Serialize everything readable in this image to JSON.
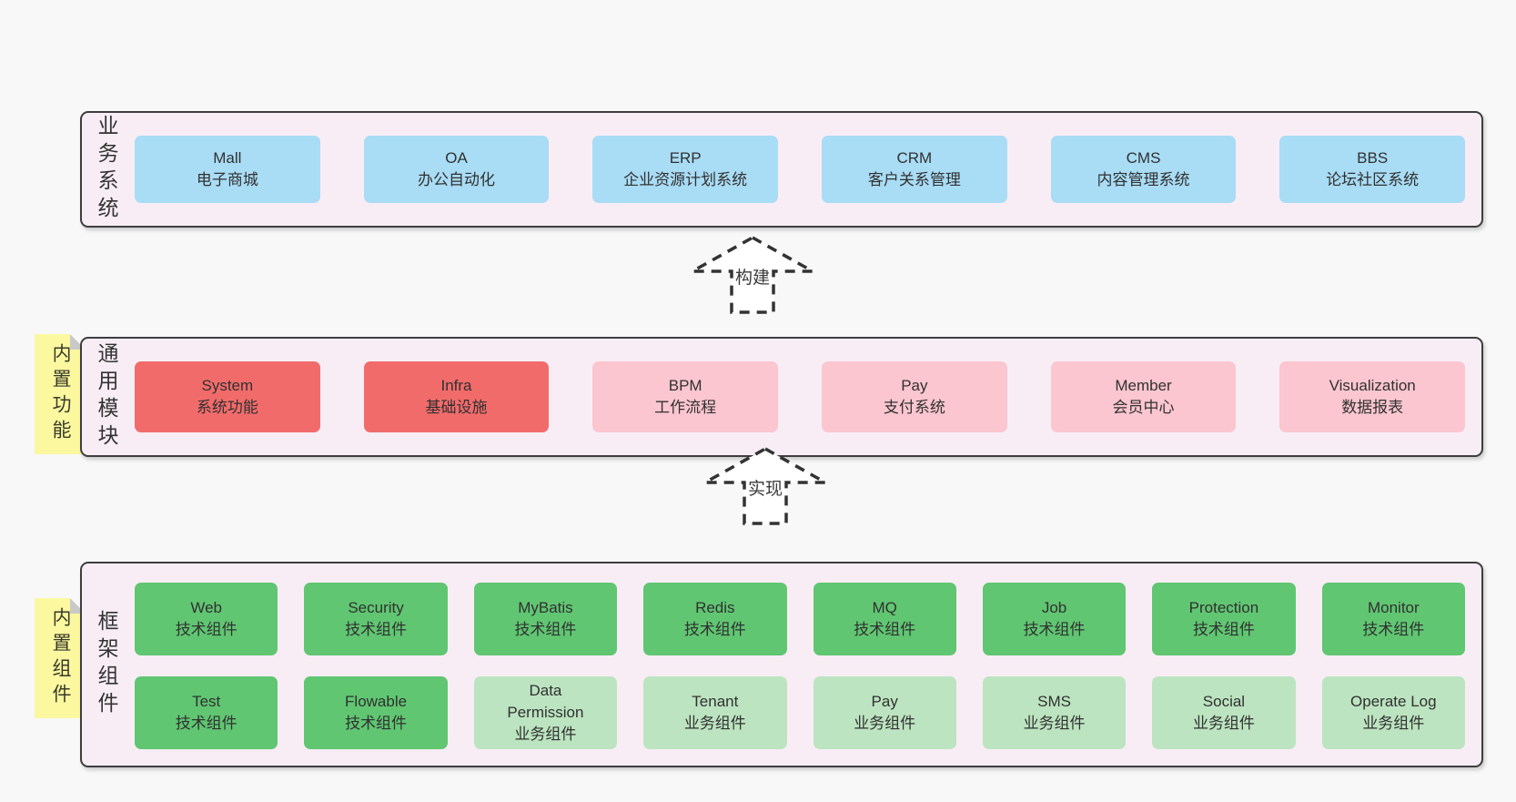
{
  "colors": {
    "box-blue": "#a9dcf5",
    "box-red": "#f26b6b",
    "box-pink": "#fbc6cf",
    "box-green": "#60c672",
    "box-green-light": "#bce4c0",
    "band-bg": "#f8edf5",
    "band-border": "#3e3e3e",
    "sticky-bg": "#fbf8a0",
    "sticky-fold": "#c9c9c9",
    "page-bg": "#f8f8f8",
    "text": "#333333",
    "arrow-stroke": "#333333"
  },
  "arrows": [
    {
      "label": "构建"
    },
    {
      "label": "实现"
    }
  ],
  "bands": [
    {
      "id": "business-systems",
      "label": "业务系统",
      "boxes": [
        {
          "title": "Mall",
          "subtitle": "电子商城",
          "variant": "blue"
        },
        {
          "title": "OA",
          "subtitle": "办公自动化",
          "variant": "blue"
        },
        {
          "title": "ERP",
          "subtitle": "企业资源计划系统",
          "variant": "blue"
        },
        {
          "title": "CRM",
          "subtitle": "客户关系管理",
          "variant": "blue"
        },
        {
          "title": "CMS",
          "subtitle": "内容管理系统",
          "variant": "blue"
        },
        {
          "title": "BBS",
          "subtitle": "论坛社区系统",
          "variant": "blue"
        }
      ]
    },
    {
      "id": "common-modules",
      "label": "通用模块",
      "sticky": "内置功能",
      "boxes": [
        {
          "title": "System",
          "subtitle": "系统功能",
          "variant": "red"
        },
        {
          "title": "Infra",
          "subtitle": "基础设施",
          "variant": "red"
        },
        {
          "title": "BPM",
          "subtitle": "工作流程",
          "variant": "pink"
        },
        {
          "title": "Pay",
          "subtitle": "支付系统",
          "variant": "pink"
        },
        {
          "title": "Member",
          "subtitle": "会员中心",
          "variant": "pink"
        },
        {
          "title": "Visualization",
          "subtitle": "数据报表",
          "variant": "pink"
        }
      ]
    },
    {
      "id": "framework-components",
      "label": "框架组件",
      "sticky": "内置组件",
      "rows": [
        [
          {
            "title": "Web",
            "subtitle": "技术组件",
            "variant": "green"
          },
          {
            "title": "Security",
            "subtitle": "技术组件",
            "variant": "green"
          },
          {
            "title": "MyBatis",
            "subtitle": "技术组件",
            "variant": "green"
          },
          {
            "title": "Redis",
            "subtitle": "技术组件",
            "variant": "green"
          },
          {
            "title": "MQ",
            "subtitle": "技术组件",
            "variant": "green"
          },
          {
            "title": "Job",
            "subtitle": "技术组件",
            "variant": "green"
          },
          {
            "title": "Protection",
            "subtitle": "技术组件",
            "variant": "green"
          },
          {
            "title": "Monitor",
            "subtitle": "技术组件",
            "variant": "green"
          }
        ],
        [
          {
            "title": "Test",
            "subtitle": "技术组件",
            "variant": "green"
          },
          {
            "title": "Flowable",
            "subtitle": "技术组件",
            "variant": "green"
          },
          {
            "title": "Data\nPermission",
            "subtitle": "业务组件",
            "variant": "green-light"
          },
          {
            "title": "Tenant",
            "subtitle": "业务组件",
            "variant": "green-light"
          },
          {
            "title": "Pay",
            "subtitle": "业务组件",
            "variant": "green-light"
          },
          {
            "title": "SMS",
            "subtitle": "业务组件",
            "variant": "green-light"
          },
          {
            "title": "Social",
            "subtitle": "业务组件",
            "variant": "green-light"
          },
          {
            "title": "Operate Log",
            "subtitle": "业务组件",
            "variant": "green-light"
          }
        ]
      ]
    }
  ]
}
